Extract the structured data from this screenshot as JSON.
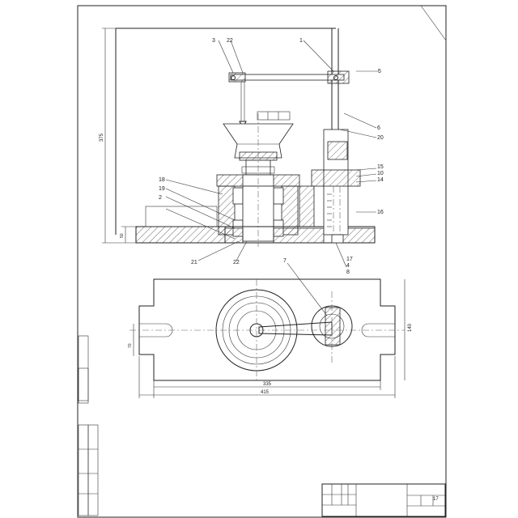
{
  "drawing": {
    "callouts": [
      "3",
      "22",
      "1",
      "5",
      "6",
      "20",
      "15",
      "10",
      "14",
      "16",
      "17",
      "4",
      "8",
      "18",
      "19",
      "2",
      "21",
      "22"
    ],
    "dimensions": {
      "height": "375",
      "base_thickness": "50",
      "plan_height": "140",
      "plan_width_inner": "335",
      "plan_width_outer": "415",
      "plan_small": "70"
    },
    "notes": []
  },
  "title_block": {
    "sheet_number": "17"
  }
}
